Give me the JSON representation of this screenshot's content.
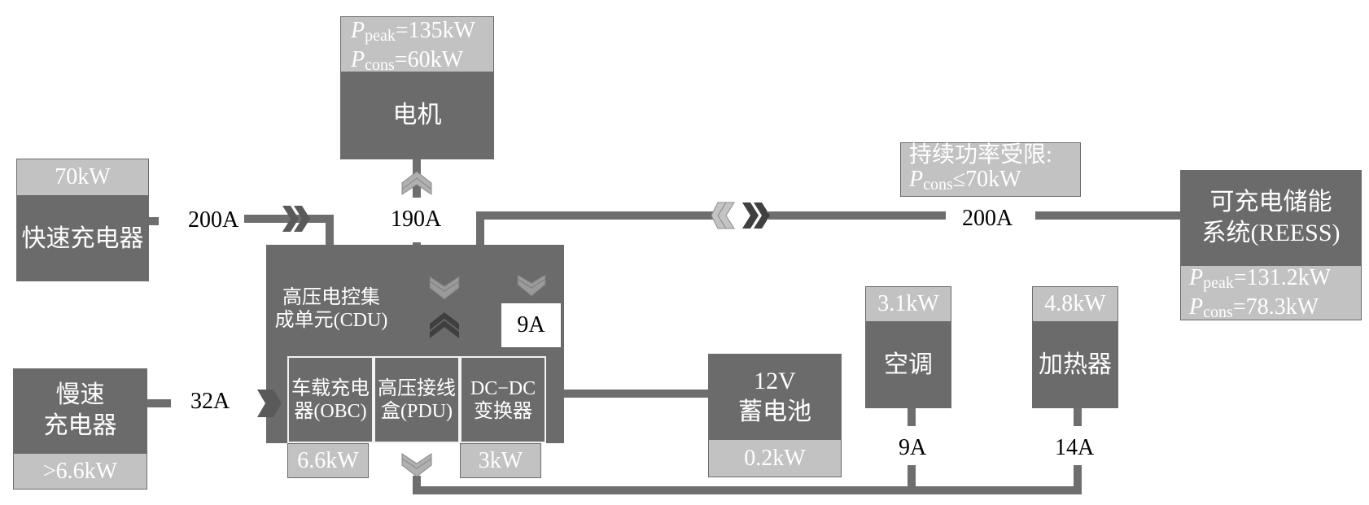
{
  "motor": {
    "peak_sub": "peak",
    "peak_value": "=135kW",
    "cons_sub": "cons",
    "cons_value": "=60kW",
    "name": "电机"
  },
  "fast_charger": {
    "rating": "70kW",
    "name": "快速充电器",
    "current": "200A"
  },
  "slow_charger": {
    "name_line1": "慢速",
    "name_line2": "充电器",
    "rating": ">6.6kW",
    "current": "32A"
  },
  "cdu": {
    "title_line1": "高压电控集",
    "title_line2": "成单元(CDU)",
    "obc_line1": "车载充电",
    "obc_line2": "器(OBC)",
    "obc_rating": "6.6kW",
    "pdu_line1": "高压接线",
    "pdu_line2": "盒(PDU)",
    "dcdc_line1": "DC−DC",
    "dcdc_line2": "变换器",
    "dcdc_rating": "3kW",
    "dcdc_current": "9A"
  },
  "motor_current": "190A",
  "limit_note": {
    "line1": "持续功率受限:",
    "cons_sub": "cons",
    "cons_value": "≤70kW"
  },
  "reess": {
    "name_line1": "可充电储能",
    "name_line2": "系统(REESS)",
    "current": "200A",
    "peak_sub": "peak",
    "peak_value": "=131.2kW",
    "cons_sub": "cons",
    "cons_value": "=78.3kW"
  },
  "battery12v": {
    "line1": "12V",
    "line2": "蓄电池",
    "rating": "0.2kW"
  },
  "ac": {
    "name": "空调",
    "rating": "3.1kW",
    "current": "9A"
  },
  "heater": {
    "name": "加热器",
    "rating": "4.8kW",
    "current": "14A"
  },
  "colors": {
    "box_dark": "#6b6b6b",
    "box_light": "#c2c2c2",
    "wire": "#6e6e6e"
  }
}
